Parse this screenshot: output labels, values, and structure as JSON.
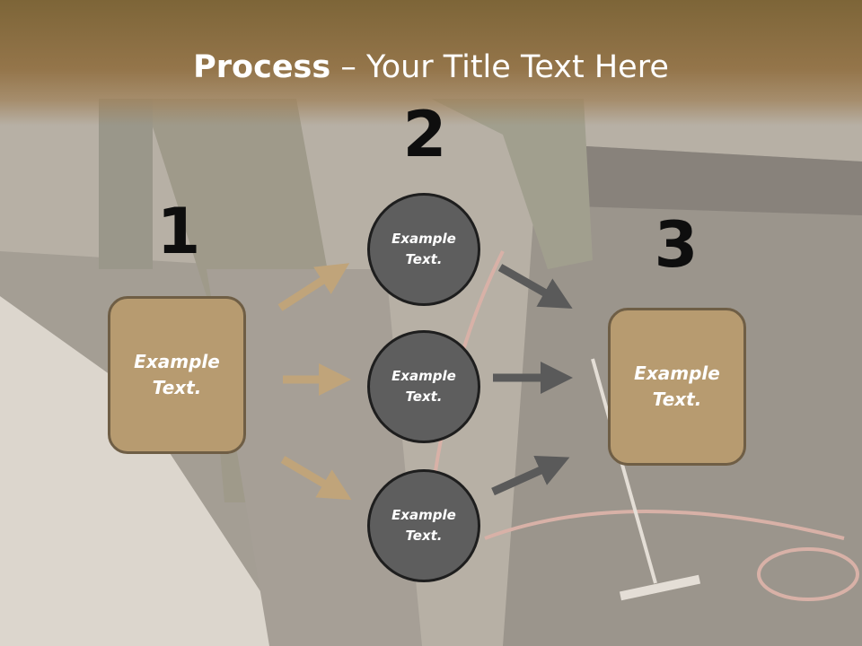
{
  "title": {
    "bold": "Process",
    "rest": " – Your Title Text Here"
  },
  "steps": {
    "one": "1",
    "two": "2",
    "three": "3"
  },
  "left_box": {
    "line1": "Example",
    "line2": "Text."
  },
  "right_box": {
    "line1": "Example",
    "line2": "Text."
  },
  "circles": [
    {
      "line1": "Example",
      "line2": "Text."
    },
    {
      "line1": "Example",
      "line2": "Text."
    },
    {
      "line1": "Example",
      "line2": "Text."
    }
  ],
  "colors": {
    "header": "#8b6d43",
    "box_fill": "#b79b70",
    "box_border": "#6f5e45",
    "circle_fill": "#5e5e5e",
    "tan_arrow": "#c0a47a",
    "gray_arrow": "#5a5a5a"
  }
}
